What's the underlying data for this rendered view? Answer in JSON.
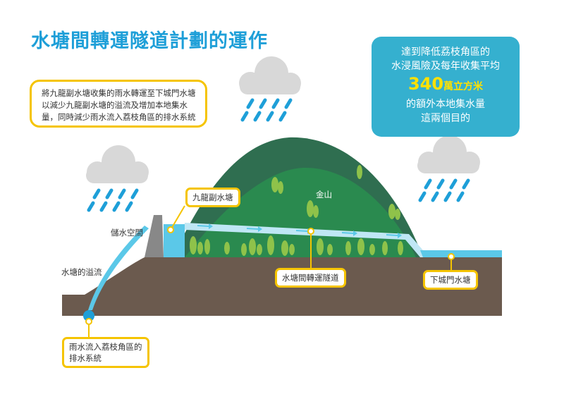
{
  "title": "水塘間轉運隧道計劃的運作",
  "description": [
    "將九龍副水塘收集的雨水轉運至下城門水塘",
    "以減少九龍副水塘的溢流及增加本地集水",
    "量，同時減少雨水流入荔枝角區的排水系統"
  ],
  "goal": {
    "line1": "達到降低荔枝角區的",
    "line2": "水浸風險及每年收集平均",
    "amount": "340",
    "unit": "萬立方米",
    "line3": "的額外本地集水量",
    "line4": "這兩個目的"
  },
  "labels": {
    "kowloon_byewash": "九龍副水塘",
    "mountain": "金山",
    "storage": "儲水空間",
    "overflow": "水塘的溢流",
    "tunnel": "水塘間轉運隧道",
    "lower_shing_mun": "下城門水塘",
    "drainage": [
      "雨水流入荔枝角區的",
      "排水系統"
    ]
  },
  "colors": {
    "title": "#1e9fd8",
    "highlight": "#f5c400",
    "goal_box": "#35b0cf",
    "ground": "#6b5a4e",
    "hill_dark": "#2f6e50",
    "hill_light": "#2a8a4f",
    "water": "#5bc8e8"
  }
}
